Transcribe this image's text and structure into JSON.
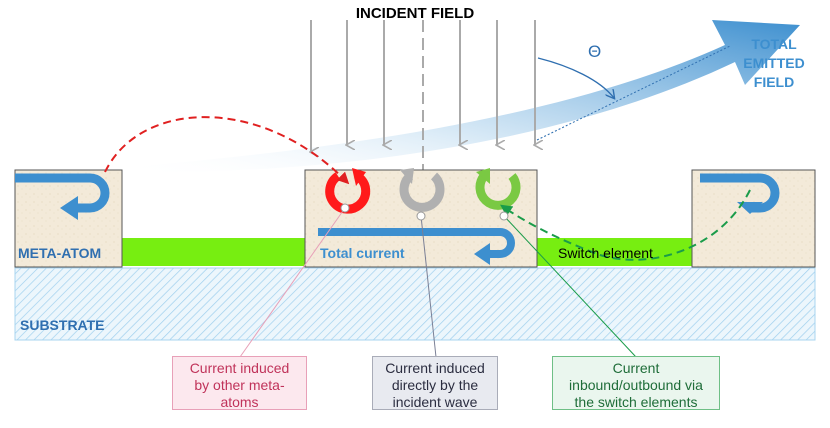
{
  "labels": {
    "incident_field": "INCIDENT FIELD",
    "total_emitted_field": "TOTAL\nEMITTED\nFIELD",
    "theta": "Θ",
    "meta_atom": "META-ATOM",
    "total_current": "Total current",
    "switch_element": "Switch element",
    "substrate": "SUBSTRATE"
  },
  "callouts": [
    {
      "text": "Current induced\nby other meta-\natoms"
    },
    {
      "text": "Current induced\ndirectly by the\nincident wave"
    },
    {
      "text": "Current\ninbound/outbound via\nthe switch elements"
    }
  ],
  "colors": {
    "meta_atom_fill": "#f3ead9",
    "switch_green": "#77ee11",
    "arrow_blue": "#3d8fcf",
    "current_red": "#ff1a1a",
    "current_gray": "#b0b0b0",
    "current_green": "#7ac943",
    "substrate_hatch": "#9fd0ee"
  }
}
